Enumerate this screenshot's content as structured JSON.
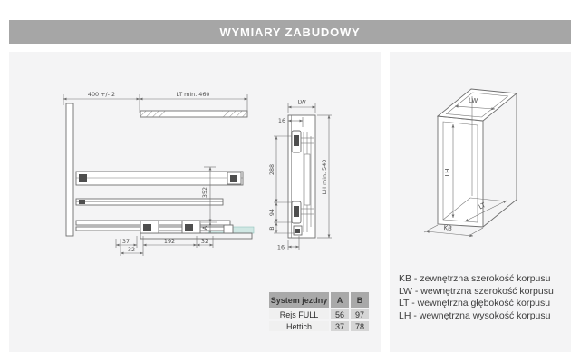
{
  "title": {
    "text": "WYMIARY ZABUDOWY"
  },
  "side_view": {
    "dim_top_left": "400 +/- 2",
    "dim_top_right": "LT min. 460",
    "dim_vertical": "352",
    "dim_a": "A",
    "dim_bottom_37": "37",
    "dim_bottom_32_left": "32",
    "dim_bottom_192": "192",
    "dim_bottom_32_right": "32"
  },
  "rear_view": {
    "dim_lw": "LW",
    "dim_16_top": "16",
    "dim_288": "288",
    "dim_94": "94",
    "dim_b": "B",
    "dim_lh": "LH min. 540",
    "dim_16_bottom": "16"
  },
  "cabinet_view": {
    "lw": "LW",
    "lh": "LH",
    "lt": "LT",
    "kb": "KB"
  },
  "table": {
    "col_system": "System jezdny",
    "col_a": "A",
    "col_b": "B",
    "rows": [
      {
        "system": "Rejs FULL",
        "a": "56",
        "b": "97"
      },
      {
        "system": "Hettich",
        "a": "37",
        "b": "78"
      }
    ]
  },
  "legend": {
    "lines": [
      "KB - zewnętrzna szerokość korpusu",
      "LW - wewnętrzna szerokość korpusu",
      "LT - wewnętrzna głębokość korpusu",
      "LH - wewnętrzna wysokość korpusu"
    ]
  },
  "colors": {
    "header_bg": "#a6a6a6",
    "panel_bg": "#f4f4f5",
    "drawing_line": "#6e6e6e",
    "teal_highlight": "#cfe7e3",
    "table_header_bg": "#a9a9a9",
    "table_value_bg": "#d5d5d5"
  }
}
